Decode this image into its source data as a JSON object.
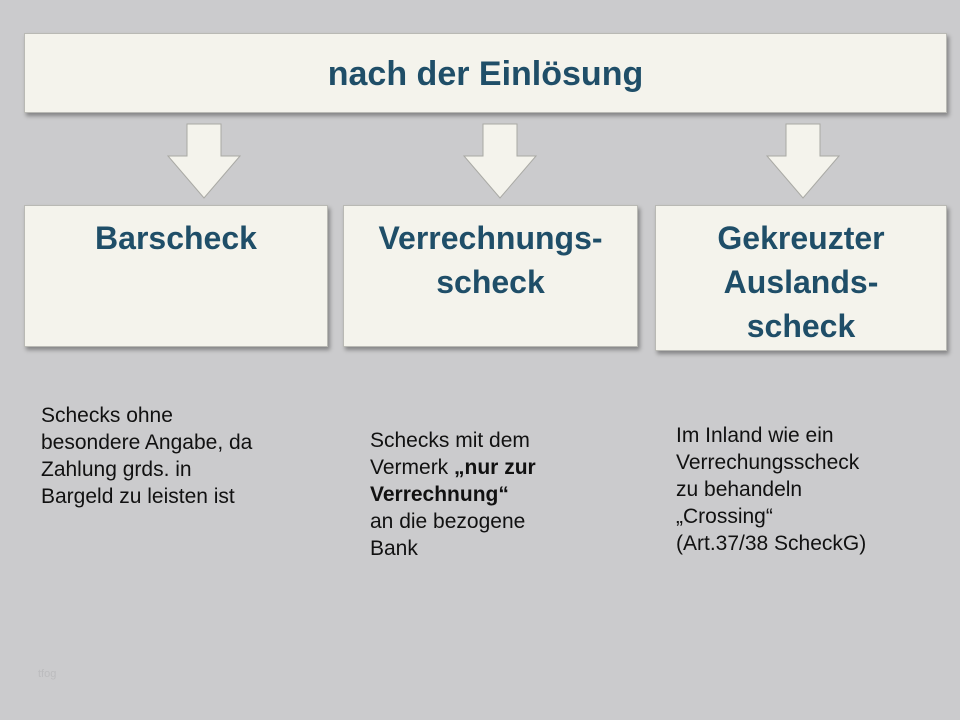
{
  "header": {
    "title": "nach der Einlösung"
  },
  "categories": [
    {
      "title": "Barscheck"
    },
    {
      "title": "Verrechnungs-\nscheck"
    },
    {
      "title": "Gekreuzter\nAuslands-\nscheck"
    }
  ],
  "descriptions": {
    "barscheck": "Schecks ohne\nbesondere Angabe, da\nZahlung grds. in\nBargeld zu leisten ist",
    "verrechnung_intro": "Schecks mit dem\nVermerk ",
    "verrechnung_bold": "„nur zur\nVerrechnung“",
    "verrechnung_outro": "\nan die bezogene\nBank",
    "auslands": "Im Inland wie ein\nVerrechungsscheck\nzu behandeln\n„Crossing“\n(Art.37/38 ScheckG)"
  },
  "footer": {
    "mark": "tfog"
  },
  "colors": {
    "background": "#cbcbcd",
    "box_fill": "#f4f3ec",
    "title_text": "#1f4e68",
    "arrow_fill": "#f4f3ec"
  }
}
